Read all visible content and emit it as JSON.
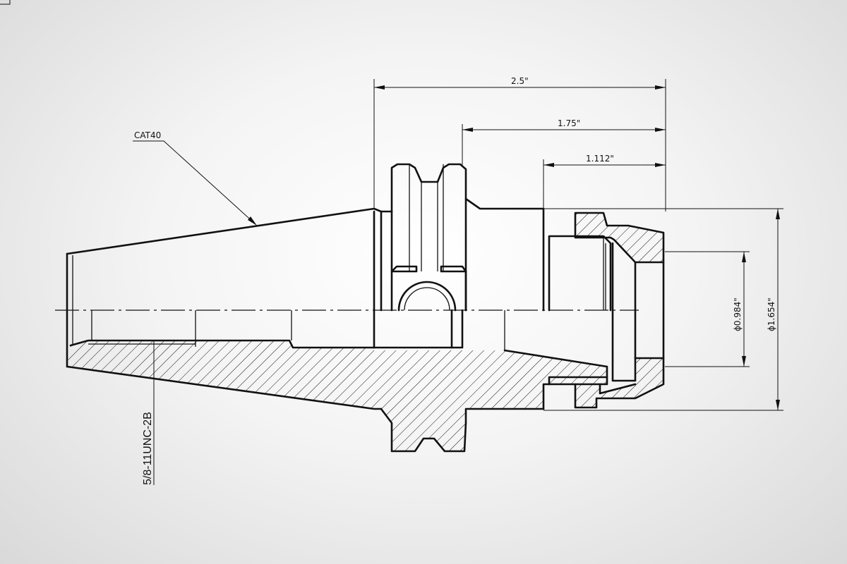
{
  "labels": {
    "taper": "CAT40",
    "thread": "5/8-11UNC-2B",
    "dim_total": "2.5\"",
    "dim_mid": "1.75\"",
    "dim_short": "1.112\"",
    "dia_inner": "ϕ0.984\"",
    "dia_outer": "ϕ1.654\""
  }
}
